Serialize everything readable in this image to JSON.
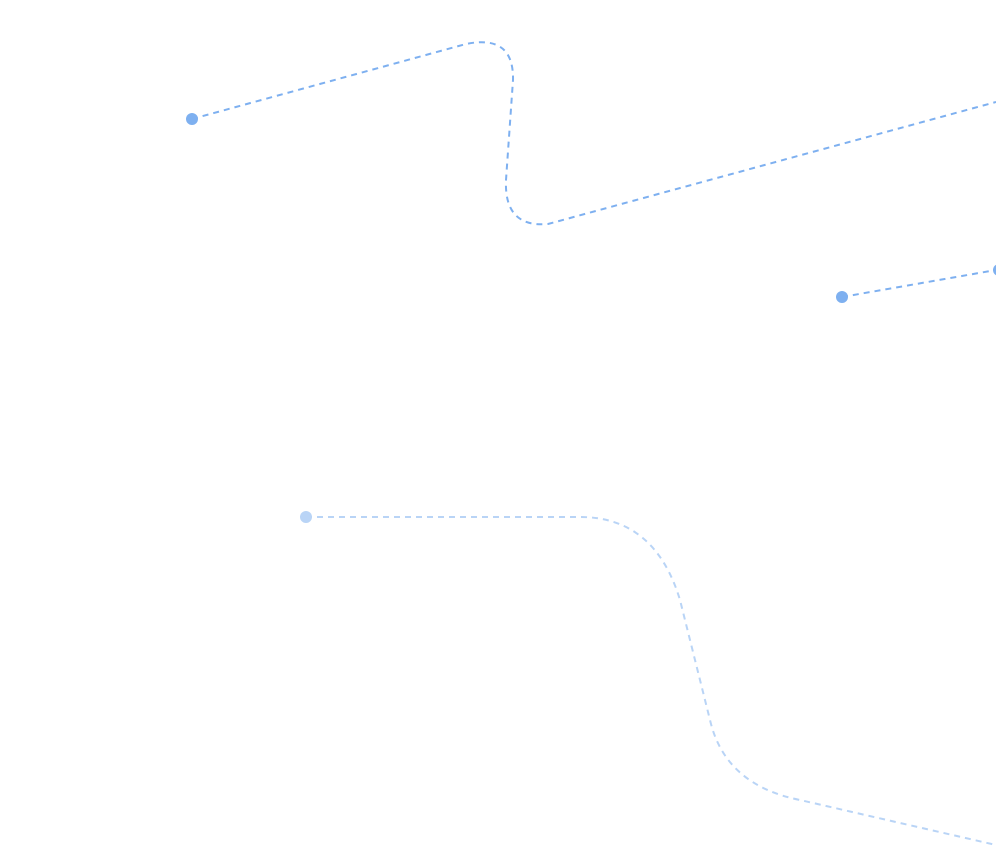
{
  "colors": {
    "edge_active": "#7eb0f0",
    "edge_faded": "#b9d4f6",
    "background": "#ffffff"
  },
  "edges": [
    {
      "id": "edge-1",
      "style": "dashed",
      "state": "active"
    },
    {
      "id": "edge-2",
      "style": "dashed",
      "state": "active"
    },
    {
      "id": "edge-3",
      "style": "dashed",
      "state": "faded"
    }
  ]
}
